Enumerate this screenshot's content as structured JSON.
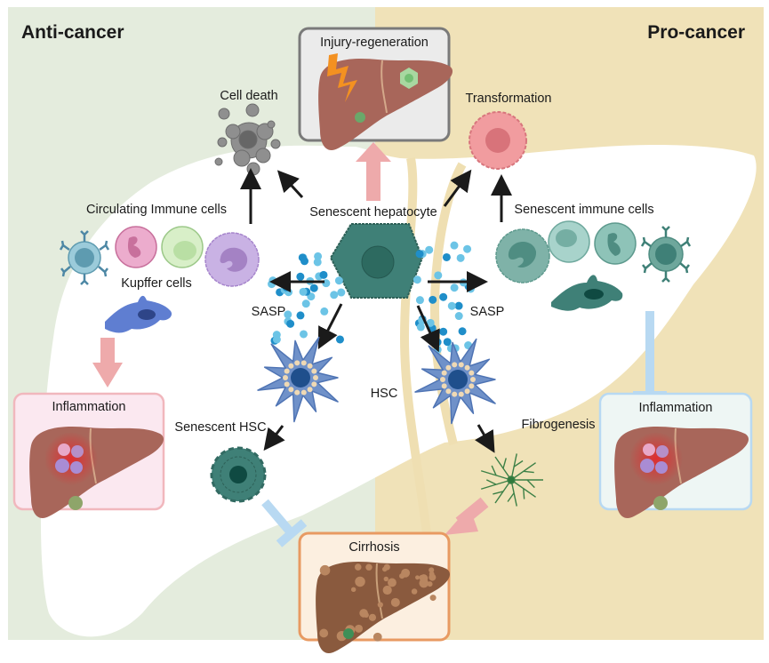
{
  "figure": {
    "left_title": "Anti-cancer",
    "right_title": "Pro-cancer",
    "center_cell": "Senescent hepatocyte",
    "labels": {
      "cell_death": "Cell death",
      "transformation": "Transformation",
      "circulating_immune": "Circulating Immune cells",
      "kupffer": "Kupffer cells",
      "senescent_immune": "Senescent immune cells",
      "sasp_left": "SASP",
      "sasp_right": "SASP",
      "hsc": "HSC",
      "senescent_hsc": "Senescent HSC",
      "fibrogenesis": "Fibrogenesis"
    },
    "boxes": {
      "injury": "Injury-regeneration",
      "inflammation_left": "Inflammation",
      "inflammation_right": "Inflammation",
      "cirrhosis": "Cirrhosis"
    },
    "colors": {
      "anti_bg": "#e4ecdd",
      "pro_bg": "#f0e2b8",
      "promote_arrow": "#eeaaab",
      "inhibit_bar": "#b8d9f2",
      "liver": "#a8665a",
      "teal_cell": "#3f8077",
      "hsc_blue": "#6f91c9",
      "sasp_dot": "#3aa6d6"
    }
  }
}
